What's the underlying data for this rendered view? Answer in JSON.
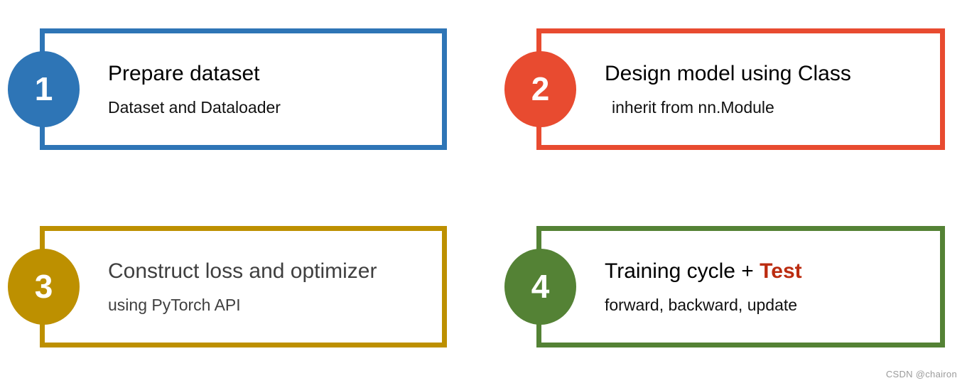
{
  "steps": [
    {
      "number": "1",
      "title": "Prepare dataset",
      "title_highlight": "",
      "subtitle": "Dataset and Dataloader",
      "accent_color": "#2e75b6",
      "title_color": "#000000",
      "subtitle_color": "#111111"
    },
    {
      "number": "2",
      "title": "Design model using Class",
      "title_highlight": "",
      "subtitle": "inherit from nn.Module",
      "accent_color": "#e84b30",
      "title_color": "#000000",
      "subtitle_color": "#111111"
    },
    {
      "number": "3",
      "title": "Construct loss and optimizer",
      "title_highlight": "",
      "subtitle": "using PyTorch API",
      "accent_color": "#bd9000",
      "title_color": "#3f3f3f",
      "subtitle_color": "#3f3f3f"
    },
    {
      "number": "4",
      "title": "Training cycle + ",
      "title_highlight": "Test",
      "highlight_color": "#bb2c10",
      "subtitle": "forward, backward, update",
      "accent_color": "#548235",
      "title_color": "#000000",
      "subtitle_color": "#111111"
    }
  ],
  "watermark": {
    "text": "CSDN @chairon",
    "color": "#9b9b9b"
  }
}
